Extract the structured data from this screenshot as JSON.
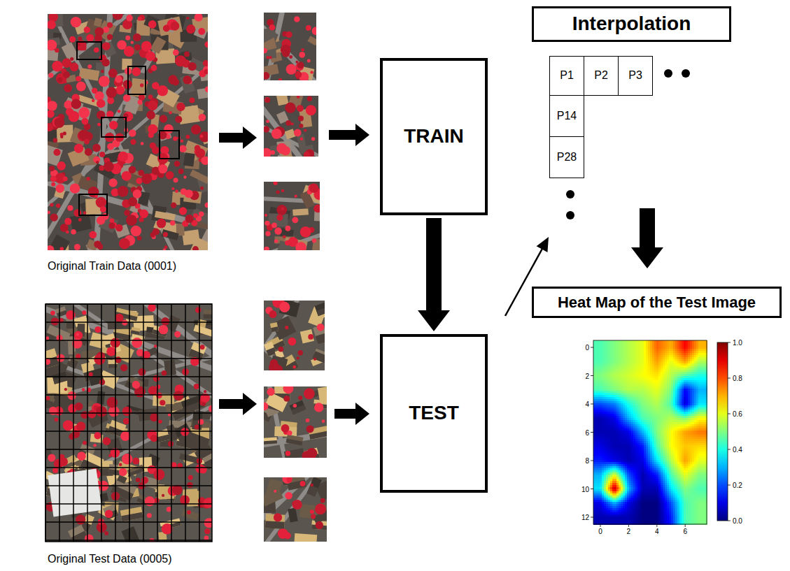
{
  "diagram": {
    "nodes": [
      {
        "text": [
          "TRAIN"
        ]
      },
      {
        "text": [
          "Interpolation"
        ]
      },
      {
        "text": [
          "P1"
        ]
      },
      {
        "text": [
          "P2"
        ]
      },
      {
        "text": [
          "P3"
        ]
      },
      {
        "text": [
          "P14"
        ]
      },
      {
        "text": [
          "P28"
        ]
      },
      {
        "text": [
          "TEST"
        ]
      },
      {
        "text": [
          "Heat Map of the Test Image"
        ]
      }
    ],
    "edges": [
      {
        "from": 0,
        "to": 7,
        "arrow": "to"
      }
    ],
    "labels": [
      "Original Train Data (0001)",
      "Original Test Data (0005)",
      "0",
      "2",
      "4",
      "6",
      "8",
      "10",
      "12",
      "0",
      "2",
      "4",
      "6",
      "0.0",
      "0.2",
      "0.4",
      "0.6",
      "0.8",
      "1.0"
    ]
  }
}
